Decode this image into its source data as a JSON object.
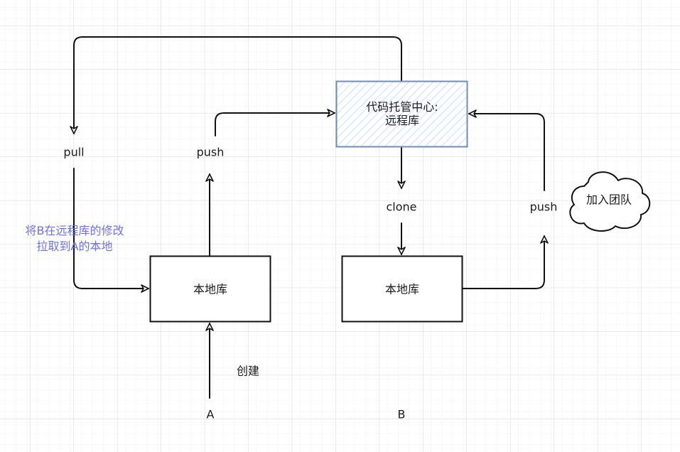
{
  "diagram": {
    "remote_repo": {
      "line1": "代码托管中心:",
      "line2": "远程库"
    },
    "local_repo_a": {
      "label": "本地库"
    },
    "local_repo_b": {
      "label": "本地库"
    },
    "edges": {
      "pull": "pull",
      "push_a": "push",
      "clone": "clone",
      "push_b": "push",
      "create": "创建"
    },
    "actors": {
      "a": "A",
      "b": "B"
    },
    "cloud": {
      "label": "加入团队"
    },
    "note": {
      "line1": "将B在远程库的修改",
      "line2": "拉取到A的本地"
    },
    "colors": {
      "remote_fill": "#dae8fc",
      "remote_stroke": "#6c8ebf",
      "note_text": "#6f6ff2",
      "stroke": "#111111"
    }
  }
}
